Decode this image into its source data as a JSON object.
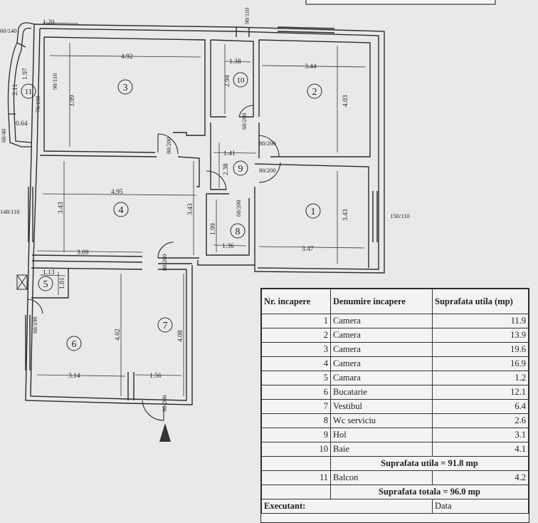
{
  "rooms": [
    {
      "nr": "1",
      "name": "Camera",
      "area": "11.9"
    },
    {
      "nr": "2",
      "name": "Camera",
      "area": "13.9"
    },
    {
      "nr": "3",
      "name": "Camera",
      "area": "19.6"
    },
    {
      "nr": "4",
      "name": "Camera",
      "area": "16.9"
    },
    {
      "nr": "5",
      "name": "Camara",
      "area": "1.2"
    },
    {
      "nr": "6",
      "name": "Bucatarie",
      "area": "12.1"
    },
    {
      "nr": "7",
      "name": "Vestibul",
      "area": "6.4"
    },
    {
      "nr": "8",
      "name": "Wc serviciu",
      "area": "2.6"
    },
    {
      "nr": "9",
      "name": "Hol",
      "area": "3.1"
    },
    {
      "nr": "10",
      "name": "Baie",
      "area": "4.1"
    }
  ],
  "table": {
    "header_nr": "Nr. incapere",
    "header_name": "Denumire incapere",
    "header_area": "Suprafata utila (mp)",
    "subtotal": "Suprafata utila = 91.8 mp",
    "balcony": {
      "nr": "11",
      "name": "Balcon",
      "area": "4.2"
    },
    "total": "Suprafata totala = 96.0 mp",
    "executant_label": "Executant:",
    "data_label": "Data"
  },
  "plan": {
    "dimensions": {
      "d_4_92": "4.92",
      "d_3_99": "3.99",
      "d_1_38": "1.38",
      "d_2_94": "2.94",
      "d_3_44": "3.44",
      "d_4_03": "4.03",
      "d_1_41": "1.41",
      "d_2_38": "2.38",
      "d_4_95": "4.95",
      "d_3_43a": "3.43",
      "d_3_43b": "3.43",
      "d_3_43c": "3.43",
      "d_1_99": "1.99",
      "d_1_36": "1.36",
      "d_3_47": "3.47",
      "d_3_09": "3.09",
      "d_1_13": "1.13",
      "d_1_01": "1.01",
      "d_4_02": "4.02",
      "d_4_08": "4.08",
      "d_3_14": "3.14",
      "d_1_56": "1.56",
      "d_2_11": "2.11",
      "d_1_97": "1.97",
      "d_0_64": "0.64",
      "d_1_20": "1.20"
    },
    "openings": {
      "o_60_140": "60/140",
      "o_90_110a": "90/110",
      "o_70_190": "70/190",
      "o_80_200a": "80/200",
      "o_60_200a": "60/200",
      "o_90_110b": "90/110",
      "o_80_200b": "80/200",
      "o_80_200c": "80/200",
      "o_140_110": "140/110",
      "o_60_200b": "60/200",
      "o_150_110": "150/110",
      "o_80_200d": "80/200",
      "o_60_190": "60/190",
      "o_90_200": "90/200",
      "o_60_40": "60/40"
    }
  }
}
